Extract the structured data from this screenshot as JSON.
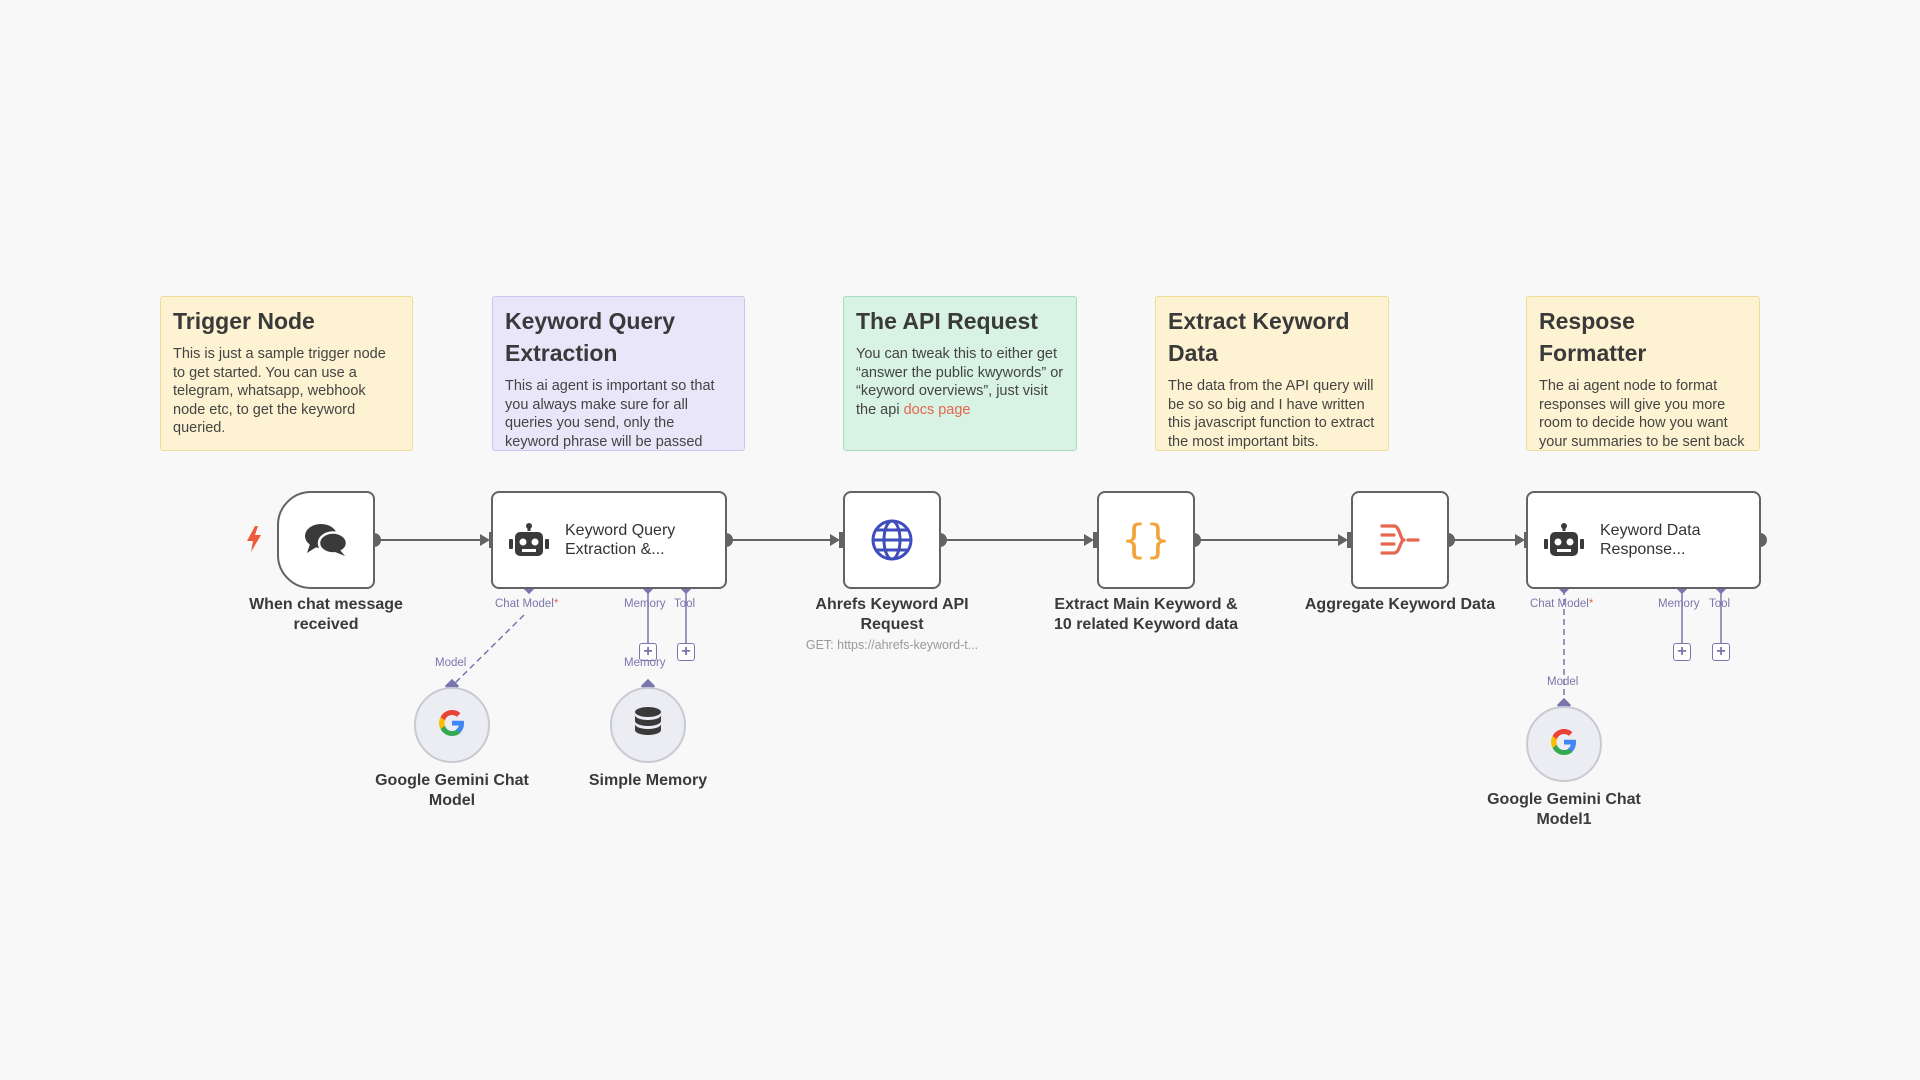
{
  "notes": [
    {
      "title": "Trigger Node",
      "body": "This is just a sample trigger node to get started. You can use a telegram, whatsapp, webhook node etc, to get the keyword queried."
    },
    {
      "title": "Keyword Query Extraction",
      "body": "This ai agent is important so that you always make sure for all queries you send, only the keyword phrase will be passed"
    },
    {
      "title": "The API Request",
      "body": "You can tweak this to either get “answer the public kwywords” or “keyword overviews”, just visit the api ",
      "link": "docs page"
    },
    {
      "title": "Extract Keyword Data",
      "body": "The data from the API query will be so so big and I have written this javascript function to extract the most important bits."
    },
    {
      "title": "Respose Formatter",
      "body": "The ai agent node to format responses will give you more room to decide how you want your summaries to be sent back to you. You can modify the system message to get your"
    }
  ],
  "nodes": {
    "trigger": {
      "label": "When chat message received",
      "icon": "chat-bubbles-icon"
    },
    "agent1": {
      "inline": "Keyword Query Extraction &...",
      "icon": "robot-icon"
    },
    "http": {
      "label": "Ahrefs Keyword API Request",
      "sub": "GET: https://ahrefs-keyword-t...",
      "icon": "globe-icon"
    },
    "code": {
      "label": "Extract Main Keyword & 10 related Keyword data",
      "icon": "code-braces-icon"
    },
    "aggregate": {
      "label": "Aggregate Keyword Data",
      "icon": "aggregate-icon"
    },
    "agent2": {
      "inline": "Keyword Data Response...",
      "icon": "robot-icon"
    },
    "gemini1": {
      "label": "Google Gemini Chat Model",
      "icon": "google-icon"
    },
    "memory": {
      "label": "Simple Memory",
      "icon": "database-icon"
    },
    "gemini2": {
      "label": "Google Gemini Chat Model1",
      "icon": "google-icon"
    }
  },
  "ports": {
    "chat_model": "Chat Model",
    "required": "*",
    "memory": "Memory",
    "tool": "Tool",
    "model": "Model"
  },
  "colors": {
    "trigger_bolt": "#ef5a3c",
    "wire": "#636363",
    "sub_port": "#7a76ad",
    "globe": "#3f4dbd",
    "braces": "#f2a33a",
    "aggregate": "#e4674f"
  }
}
